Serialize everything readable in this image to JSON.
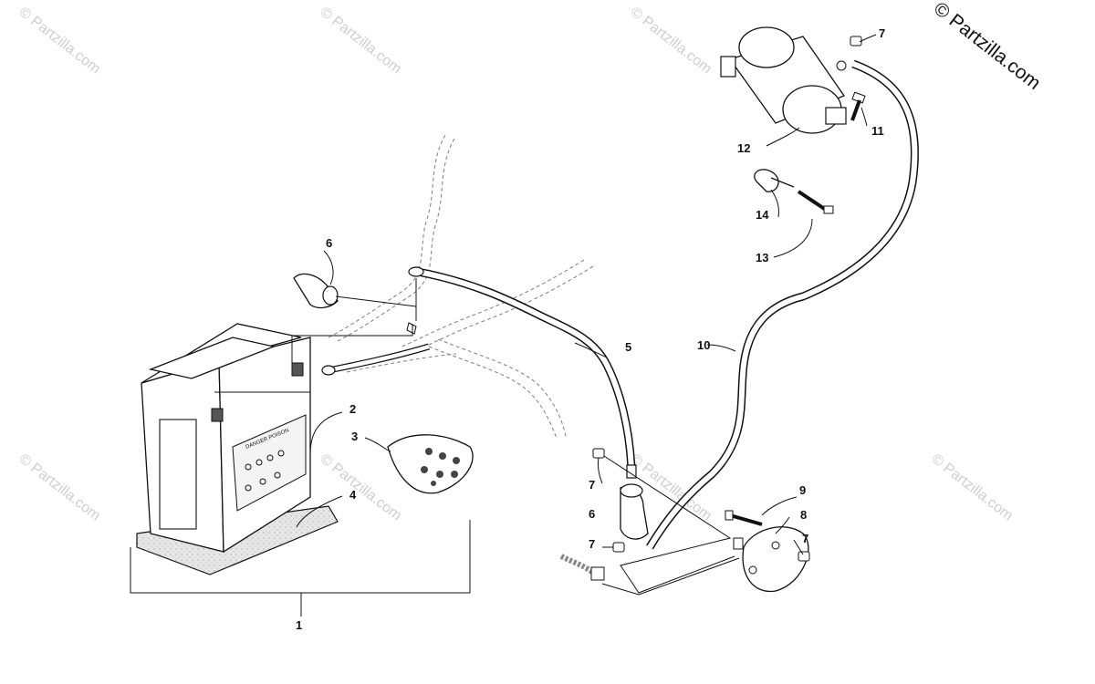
{
  "brand": "© Partzilla.com",
  "watermark": "© Partzilla.com",
  "callouts": {
    "c1": "1",
    "c2": "2",
    "c3": "3",
    "c4": "4",
    "c5": "5",
    "c6a": "6",
    "c6b": "6",
    "c7a": "7",
    "c7b": "7",
    "c7c": "7",
    "c7d": "7",
    "c8": "8",
    "c9": "9",
    "c10": "10",
    "c11": "11",
    "c12": "12",
    "c13": "13",
    "c14": "14"
  }
}
